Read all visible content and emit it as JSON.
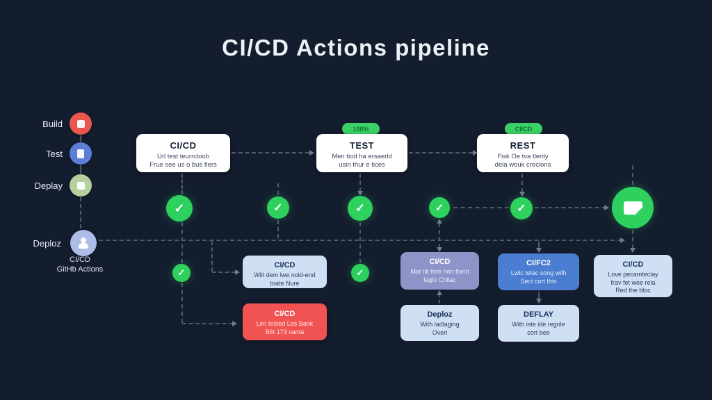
{
  "title": "CI/CD Actions pipeline",
  "icons": {
    "check": "✓"
  },
  "sidebar": {
    "stages": [
      {
        "label": "Build"
      },
      {
        "label": "Test"
      },
      {
        "label": "Deplay"
      }
    ],
    "actor": {
      "label": "Deploz",
      "caption1": "CI/CD",
      "caption2": "GitHb Actions"
    }
  },
  "pipeline": {
    "stage_boxes": [
      {
        "title": "CI/CD",
        "line1": "Url test teurrcloob",
        "line2": "Frue see us o bus fiers",
        "badge": ""
      },
      {
        "title": "TEST",
        "line1": "Men tiod ha ersaerld",
        "line2": "usin thur e tices",
        "badge": "100%"
      },
      {
        "title": "REST",
        "line1": "Fisk Oe tva tlerity",
        "line2": "dela wouk crecions",
        "badge": "CI/CD"
      }
    ],
    "detail_boxes": [
      {
        "title": "CI/CD",
        "line1": "Wlit dem lwe nold-end",
        "line2": "toate Nure"
      },
      {
        "title": "CI/CD",
        "line1": "Mar lik fore non flonh",
        "line2": "laglo Chllac"
      },
      {
        "title": "CI/FC2",
        "line1": "Lwlc telac song wilh",
        "line2": "Sect cort this"
      },
      {
        "title": "CI/CD",
        "line1": "Love pecamteclay",
        "line2": "frav fet wee rela",
        "line3": "Red the bloc"
      },
      {
        "title": "CI/CD",
        "line1": "Lim tested Les Bank",
        "line2": "B6t 173 vanta"
      },
      {
        "title": "Deploz",
        "line1": "With ladlaging",
        "line2": "Overl"
      },
      {
        "title": "DEFLAY",
        "line1": "With iste ide regole",
        "line2": "cort bee"
      }
    ]
  },
  "colors": {
    "background": "#141d2e",
    "green": "#2ed15e",
    "badge_green": "#3bd167",
    "light_blue_box": "#cfe0f5",
    "lavender_box": "#8c94c8",
    "blue_box": "#4b7ed0",
    "red_box": "#f15352",
    "stage_box": "#ffffff",
    "sidebar_build": "#e8564f",
    "sidebar_test": "#5b7fd8",
    "sidebar_deplay": "#b6cf9f",
    "sidebar_actor": "#aebde8",
    "connector": "#5b6577"
  }
}
